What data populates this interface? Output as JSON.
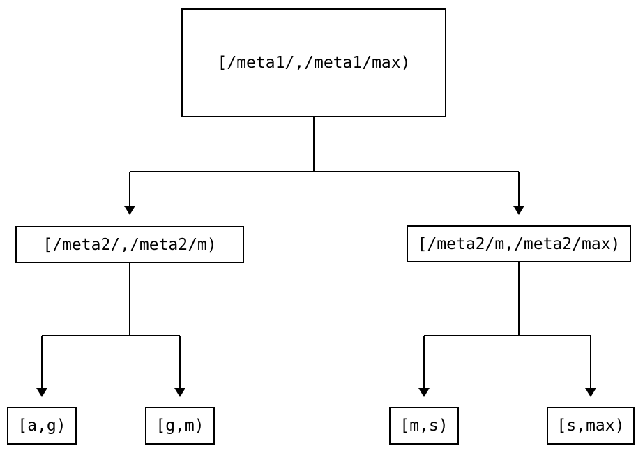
{
  "diagram": {
    "type": "tree",
    "description": "Two-level binary partition tree of key ranges",
    "nodes": {
      "root": "[/meta1/,/meta1/max)",
      "left_child": "[/meta2/,/meta2/m)",
      "right_child": "[/meta2/m,/meta2/max)",
      "leaf_a_g": "[a,g)",
      "leaf_g_m": "[g,m)",
      "leaf_m_s": "[m,s)",
      "leaf_s_max": "[s,max)"
    },
    "edges": [
      {
        "from": "root",
        "to": "left_child"
      },
      {
        "from": "root",
        "to": "right_child"
      },
      {
        "from": "left_child",
        "to": "leaf_a_g"
      },
      {
        "from": "left_child",
        "to": "leaf_g_m"
      },
      {
        "from": "right_child",
        "to": "leaf_m_s"
      },
      {
        "from": "right_child",
        "to": "leaf_s_max"
      }
    ]
  },
  "colors": {
    "background": "#ffffff",
    "line": "#000000",
    "text": "#000000"
  }
}
